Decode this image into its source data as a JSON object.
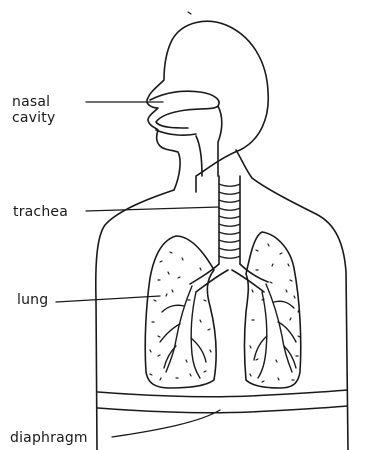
{
  "labels": {
    "nasal_line1": "nasal",
    "nasal_line2": "cavity",
    "trachea": "trachea",
    "lung": "lung",
    "diaphragm": "diaphragm"
  },
  "colors": {
    "ink": "#1a1a1a",
    "background": "#ffffff"
  }
}
